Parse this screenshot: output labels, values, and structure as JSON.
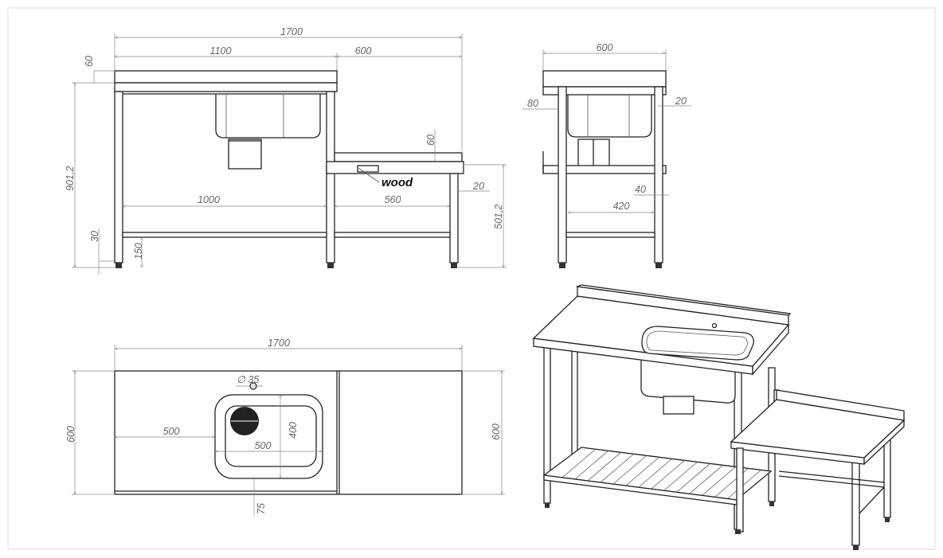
{
  "front_view": {
    "overall_width": "1700",
    "table_width": "1100",
    "shelf_width": "600",
    "backsplash_height": "60",
    "table_height": "901,2",
    "bottom_bar_height": "30",
    "bottom_shelf_height": "150",
    "inner_width_table": "1000",
    "inner_width_shelf": "560",
    "shelf_backsplash_height": "60",
    "shelf_offset": "20",
    "shelf_height": "501,2",
    "material_label": "wood"
  },
  "side_view": {
    "depth": "600",
    "front_overhang": "80",
    "rear_offset": "20",
    "leg_offset": "40",
    "inner_depth": "420"
  },
  "top_view": {
    "overall_width": "1700",
    "depth_left": "600",
    "depth_right": "600",
    "tap_hole": "∅ 35",
    "sink_offset": "500",
    "sink_width": "500",
    "sink_depth": "400",
    "front_offset": "75"
  }
}
